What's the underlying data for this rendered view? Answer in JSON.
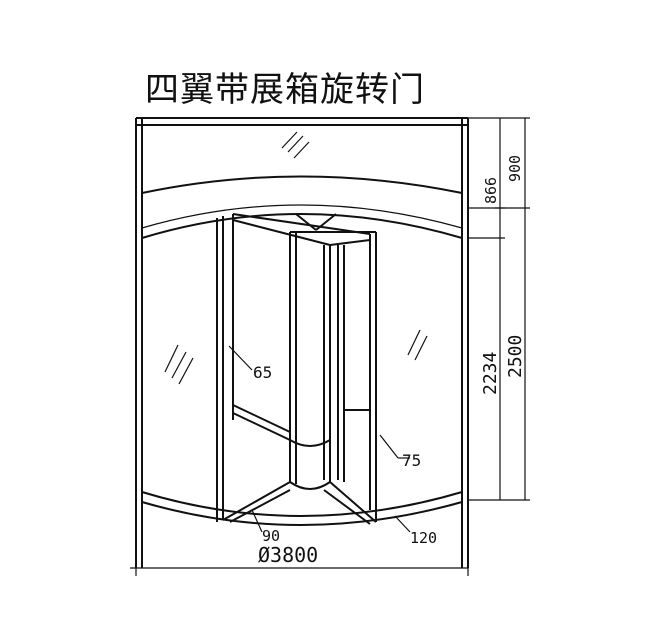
{
  "title": "四翼带展箱旋转门",
  "dimensions": {
    "canopy_height": "900",
    "canopy_inner": "866",
    "door_height": "2500",
    "door_inner": "2234",
    "wing_frame": "65",
    "wing_frame_2": "75",
    "bottom_frame": "90",
    "outer_frame": "120",
    "diameter": "Ø3800"
  }
}
